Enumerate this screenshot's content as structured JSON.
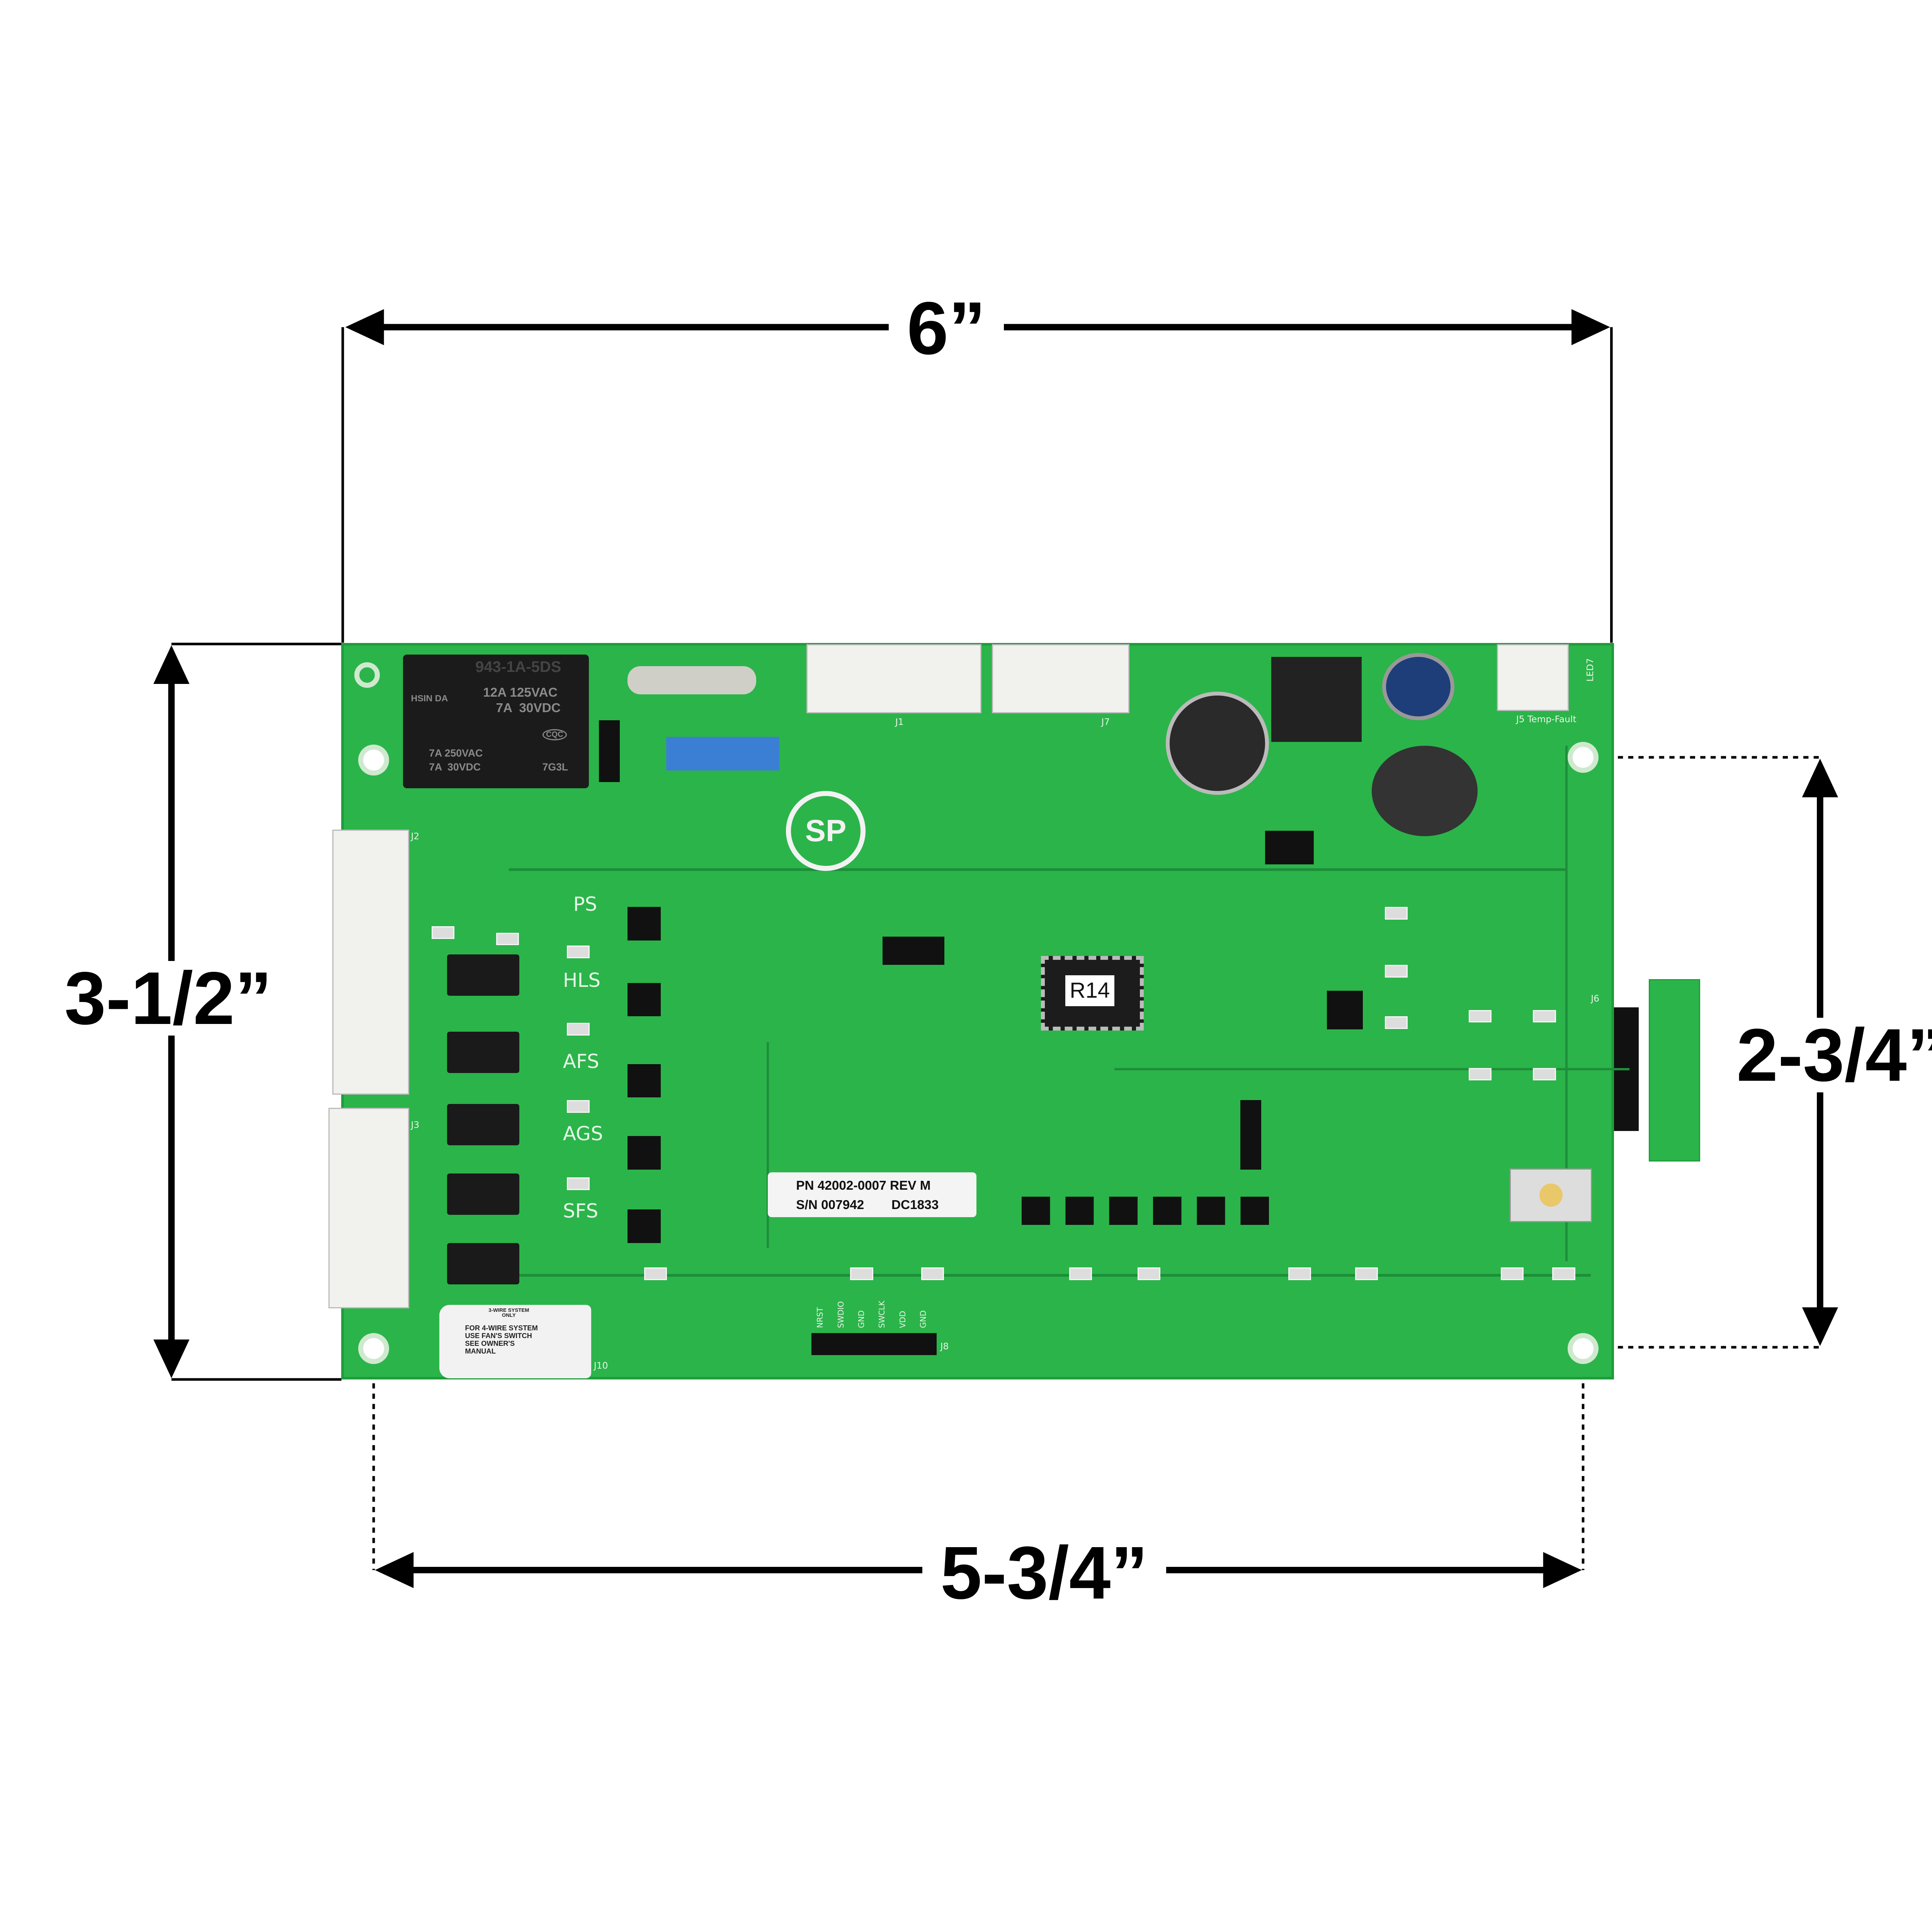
{
  "dimensions": {
    "overall_width": "6”",
    "overall_height": "3-1/2”",
    "hole_spacing_height": "2-3/4”",
    "hole_spacing_width": "5-3/4”"
  },
  "relay": {
    "brand": "HSIN DA",
    "model": "943-1A-5DS",
    "rating_1": "12A 125VAC",
    "rating_2": "7A  30VDC",
    "rating_3": "7A 250VAC",
    "rating_4": "7A  30VDC",
    "cert": "CQC",
    "code": "7G3L"
  },
  "part_label": {
    "pn": "PN 42002-0007 REV M",
    "sn": "S/N 007942",
    "dc": "DC1833"
  },
  "mcu_mark": "R14",
  "csa_mark": "SP",
  "side_labels": [
    "PS",
    "HLS",
    "AFS",
    "AGS",
    "SFS"
  ],
  "connectors": {
    "j1": "J1",
    "j2": "J2",
    "j3": "J3",
    "j6": "J6",
    "j7": "J7",
    "j8": "J8",
    "j10": "J10",
    "j5": "J5 Temp-Fault",
    "led7": "LED7"
  },
  "j8_pins": [
    "NRST",
    "SWDIO",
    "GND",
    "SWCLK",
    "VDD",
    "GND"
  ],
  "wire_sticker": {
    "header": "3-WIRE SYSTEM ONLY",
    "lines": [
      "FOR 4-WIRE",
      "SYSTEM USE",
      "FAN'S",
      "SWITCH",
      "SEE OWNER'S",
      "MANUAL"
    ]
  },
  "colors": {
    "board": "#2bb44a",
    "silkscreen": "#e8f5e8",
    "dimension_lines": "#000000"
  }
}
